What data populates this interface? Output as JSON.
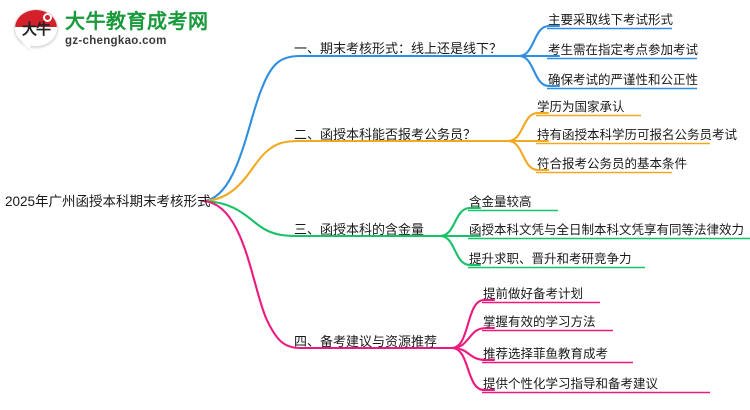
{
  "logo": {
    "mark_text": "大牛",
    "title": "大牛教育成考网",
    "subtitle": "gz-chengkao.com",
    "brand_green": "#1a9a3c",
    "brand_red": "#d3202a"
  },
  "mindmap": {
    "root": {
      "label": "2025年广州函授本科期末考核形式"
    },
    "branches": [
      {
        "label": "一、期末考核形式：线上还是线下？",
        "color": "#2e8fe0",
        "children": [
          {
            "label": "主要采取线下考试形式"
          },
          {
            "label": "考生需在指定考点参加考试"
          },
          {
            "label": "确保考试的严谨性和公正性"
          }
        ]
      },
      {
        "label": "二、函授本科能否报考公务员？",
        "color": "#f0a921",
        "children": [
          {
            "label": "学历为国家承认"
          },
          {
            "label": "持有函授本科学历可报名公务员考试"
          },
          {
            "label": "符合报考公务员的基本条件"
          }
        ]
      },
      {
        "label": "三、函授本科的含金量",
        "color": "#17c269",
        "children": [
          {
            "label": "含金量较高"
          },
          {
            "label": "函授本科文凭与全日制本科文凭享有同等法律效力"
          },
          {
            "label": "提升求职、晋升和考研竞争力"
          }
        ]
      },
      {
        "label": "四、备考建议与资源推荐",
        "color": "#ec1a7f",
        "children": [
          {
            "label": "提前做好备考计划"
          },
          {
            "label": "掌握有效的学习方法"
          },
          {
            "label": "推荐选择菲鱼教育成考"
          },
          {
            "label": "提供个性化学习指导和备考建议"
          }
        ]
      }
    ]
  }
}
